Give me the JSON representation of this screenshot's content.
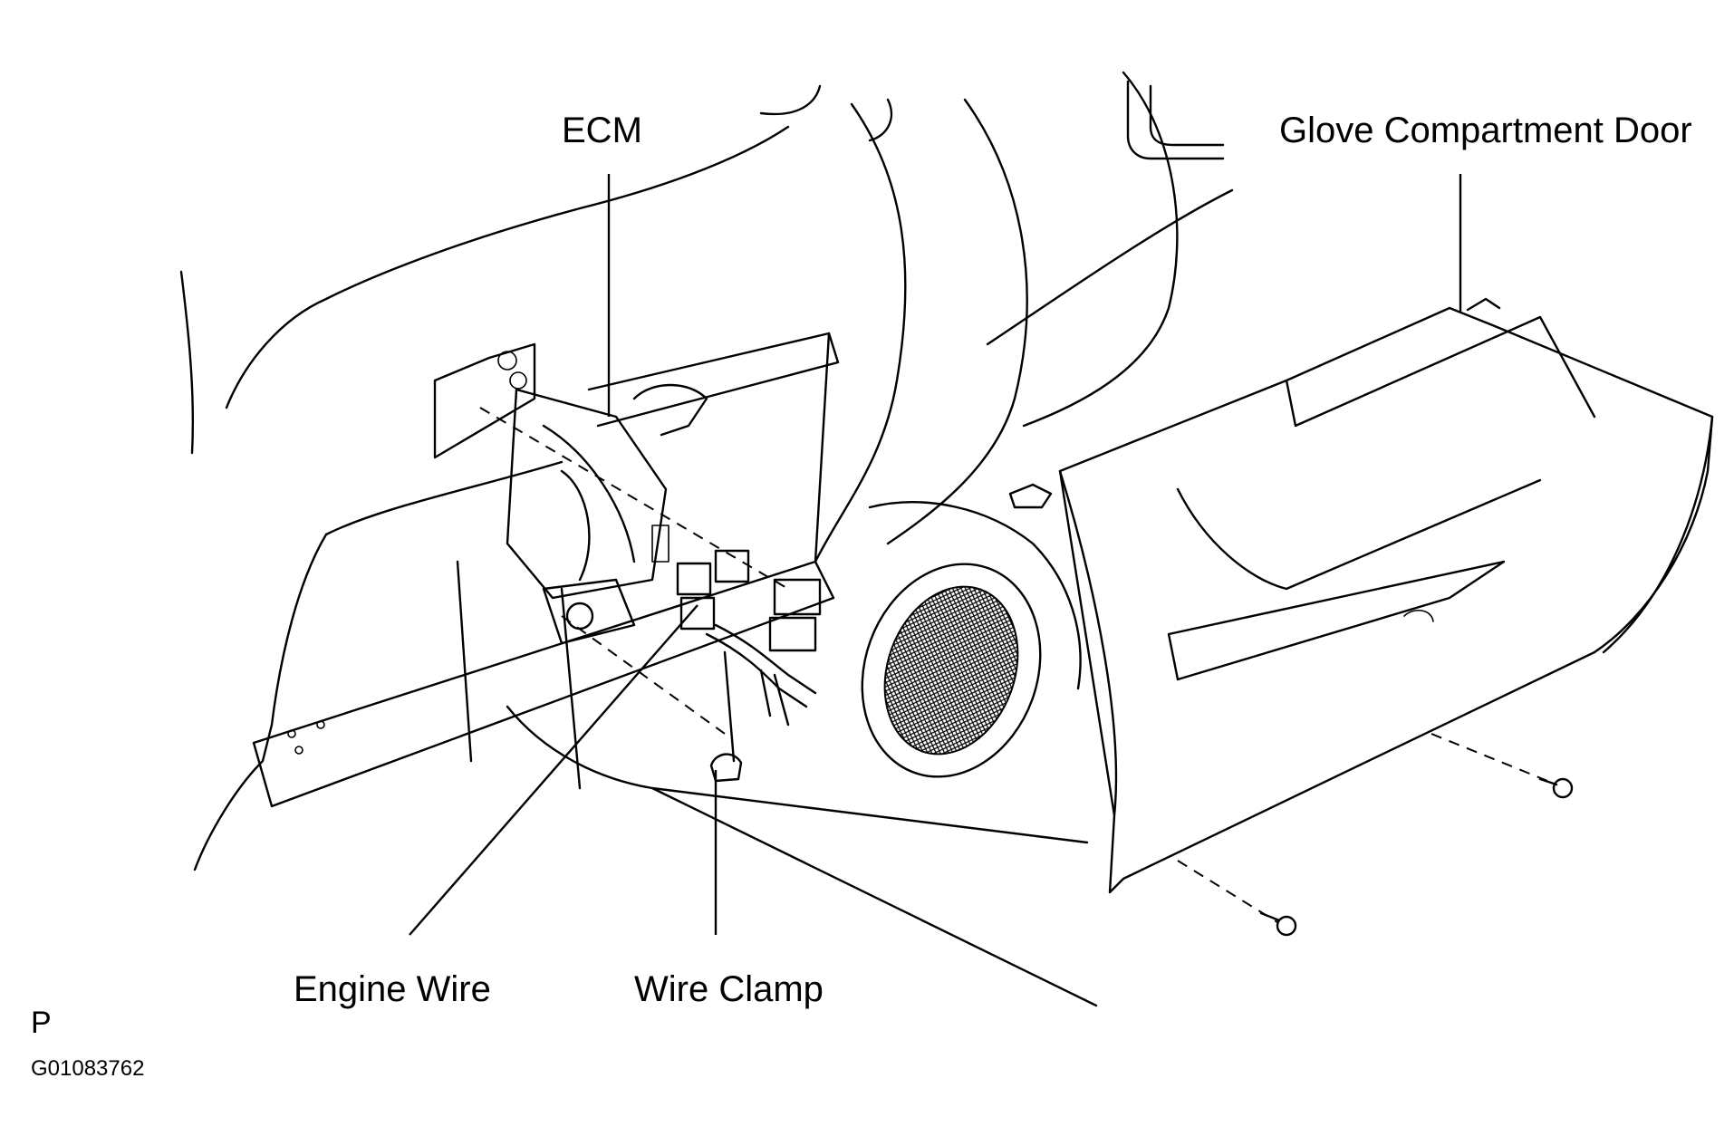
{
  "labels": {
    "ecm": "ECM",
    "glove_compartment_door": "Glove Compartment Door",
    "engine_wire": "Engine Wire",
    "wire_clamp": "Wire Clamp",
    "view": "P",
    "figure_code": "G01083762"
  }
}
